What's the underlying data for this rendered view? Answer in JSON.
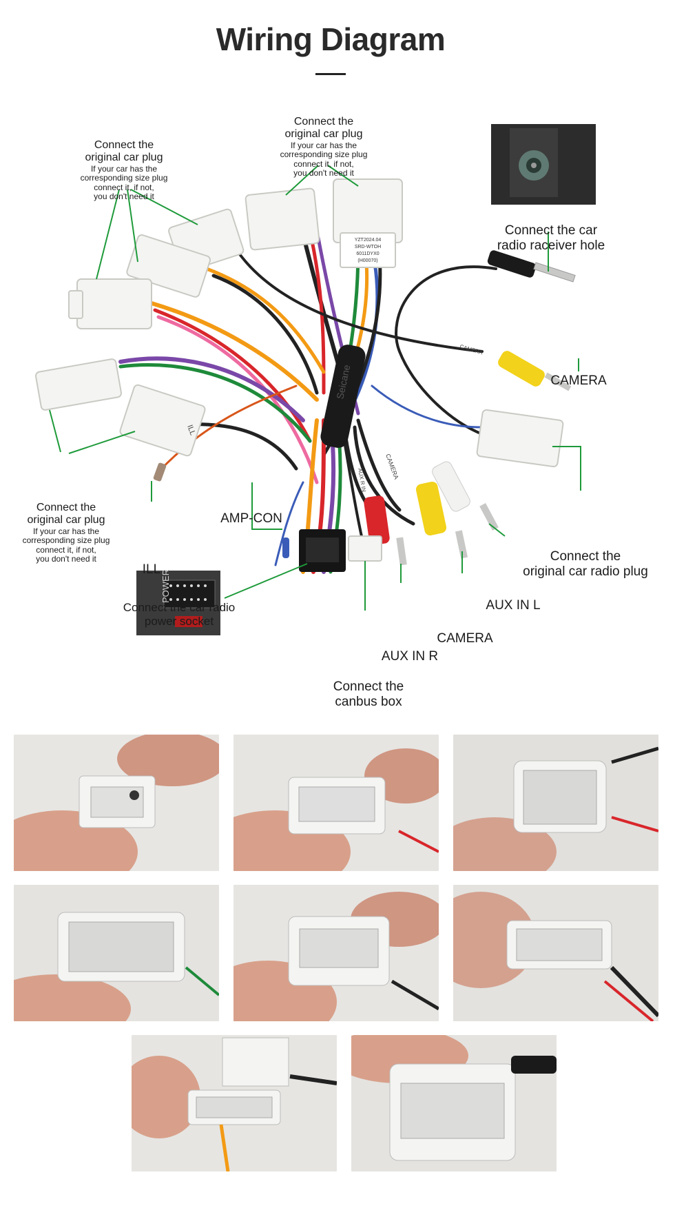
{
  "title": "Wiring Diagram",
  "labels": {
    "plug_left_top": {
      "head1": "Connect the",
      "head2": "original car plug",
      "sub1": "If your car has the",
      "sub2": "corresponding size plug",
      "sub3": "connect it, if not,",
      "sub4": "you don't need it"
    },
    "plug_center_top": {
      "head1": "Connect the",
      "head2": "original car plug",
      "sub1": "If your car has the",
      "sub2": "corresponding size plug",
      "sub3": "connect it, if not,",
      "sub4": "you don't need it"
    },
    "plug_left_bottom": {
      "head1": "Connect the",
      "head2": "original car plug",
      "sub1": "If your car has the",
      "sub2": "corresponding size plug",
      "sub3": "connect it, if not,",
      "sub4": "you don't need it"
    },
    "antenna": {
      "line1": "Connect the  car",
      "line2": "radio raceiver hole"
    },
    "camera_top": "CAMERA",
    "radio_plug": {
      "line1": "Connect the",
      "line2": "original car radio plug"
    },
    "amp_con": "AMP-CON",
    "ill": "ILL",
    "power_socket": {
      "line1": "Connect the car radio",
      "line2": "power socket"
    },
    "aux_in_l": "AUX IN L",
    "camera_bottom": "CAMERA",
    "aux_in_r": "AUX IN R",
    "canbus": {
      "line1": "Connect the",
      "line2": "canbus box"
    }
  },
  "markings": {
    "harness_tag": [
      "YZT2024.04",
      "SRD-WTOH",
      "6011DYX0",
      "(H00070)"
    ],
    "power_panel": "POWER",
    "cable_tags": [
      "CAMERA",
      "AUX R IN",
      "CAMERA",
      "ILL"
    ],
    "brand": "Seicane"
  },
  "colors": {
    "leader_line": "#1e9a3a",
    "plug_white": "#f4f4f2",
    "rca_yellow": "#f2d21a",
    "rca_red": "#d8262b",
    "photo_bg": "#e9e8e6"
  }
}
